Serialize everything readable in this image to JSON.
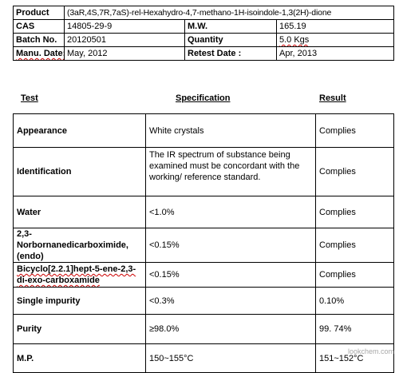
{
  "info": {
    "product_label": "Product",
    "product_value": "(3aR,4S,7R,7aS)-rel-Hexahydro-4,7-methano-1H-isoindole-1,3(2H)-dione",
    "cas_label": "CAS",
    "cas_value": "14805-29-9",
    "mw_label": "M.W.",
    "mw_value": "165.19",
    "batch_label": "Batch No.",
    "batch_value": "20120501",
    "quantity_label": "Quantity",
    "quantity_value": "5.0 Kgs",
    "manu_date_label": "Manu. Date:",
    "manu_date_value": "May, 2012",
    "retest_date_label": "Retest Date :",
    "retest_date_value": "Apr, 2013"
  },
  "headers": {
    "test": "Test",
    "specification": "Specification",
    "result": "Result"
  },
  "rows": [
    {
      "test": "Appearance",
      "spec": "White crystals",
      "result": "Complies"
    },
    {
      "test": "Identification",
      "spec": "The IR spectrum of substance being examined must be concordant with the working/ reference standard.",
      "result": "Complies"
    },
    {
      "test": "Water",
      "spec": "<1.0%",
      "result": "Complies"
    },
    {
      "test": "2,3-Norbornanedicarboximide, (endo)",
      "spec": "<0.15%",
      "result": "Complies"
    },
    {
      "test": "Bicyclo[2.2.1]hept-5-ene-2,3-di-exo-carboxamide",
      "spec": "<0.15%",
      "result": "Complies"
    },
    {
      "test": "Single impurity",
      "spec": "<0.3%",
      "result": "0.10%"
    },
    {
      "test": "Purity",
      "spec": "≥98.0%",
      "result": "99. 74%"
    },
    {
      "test": "M.P.",
      "spec": "150~155°C",
      "result": "151~152°C"
    }
  ],
  "watermark": "lookchem.com"
}
